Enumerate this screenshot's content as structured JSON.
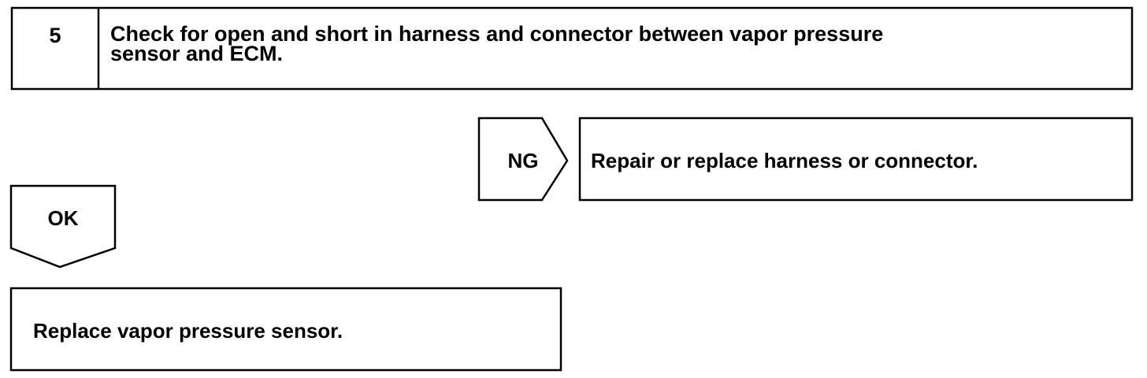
{
  "step": {
    "number": "5",
    "text_line1": "Check for open and short in harness and connector between vapor pressure",
    "text_line2": "sensor and ECM."
  },
  "ng_branch": {
    "label": "NG",
    "action": "Repair or replace harness or connector."
  },
  "ok_branch": {
    "label": "OK",
    "action": "Replace vapor pressure sensor."
  }
}
